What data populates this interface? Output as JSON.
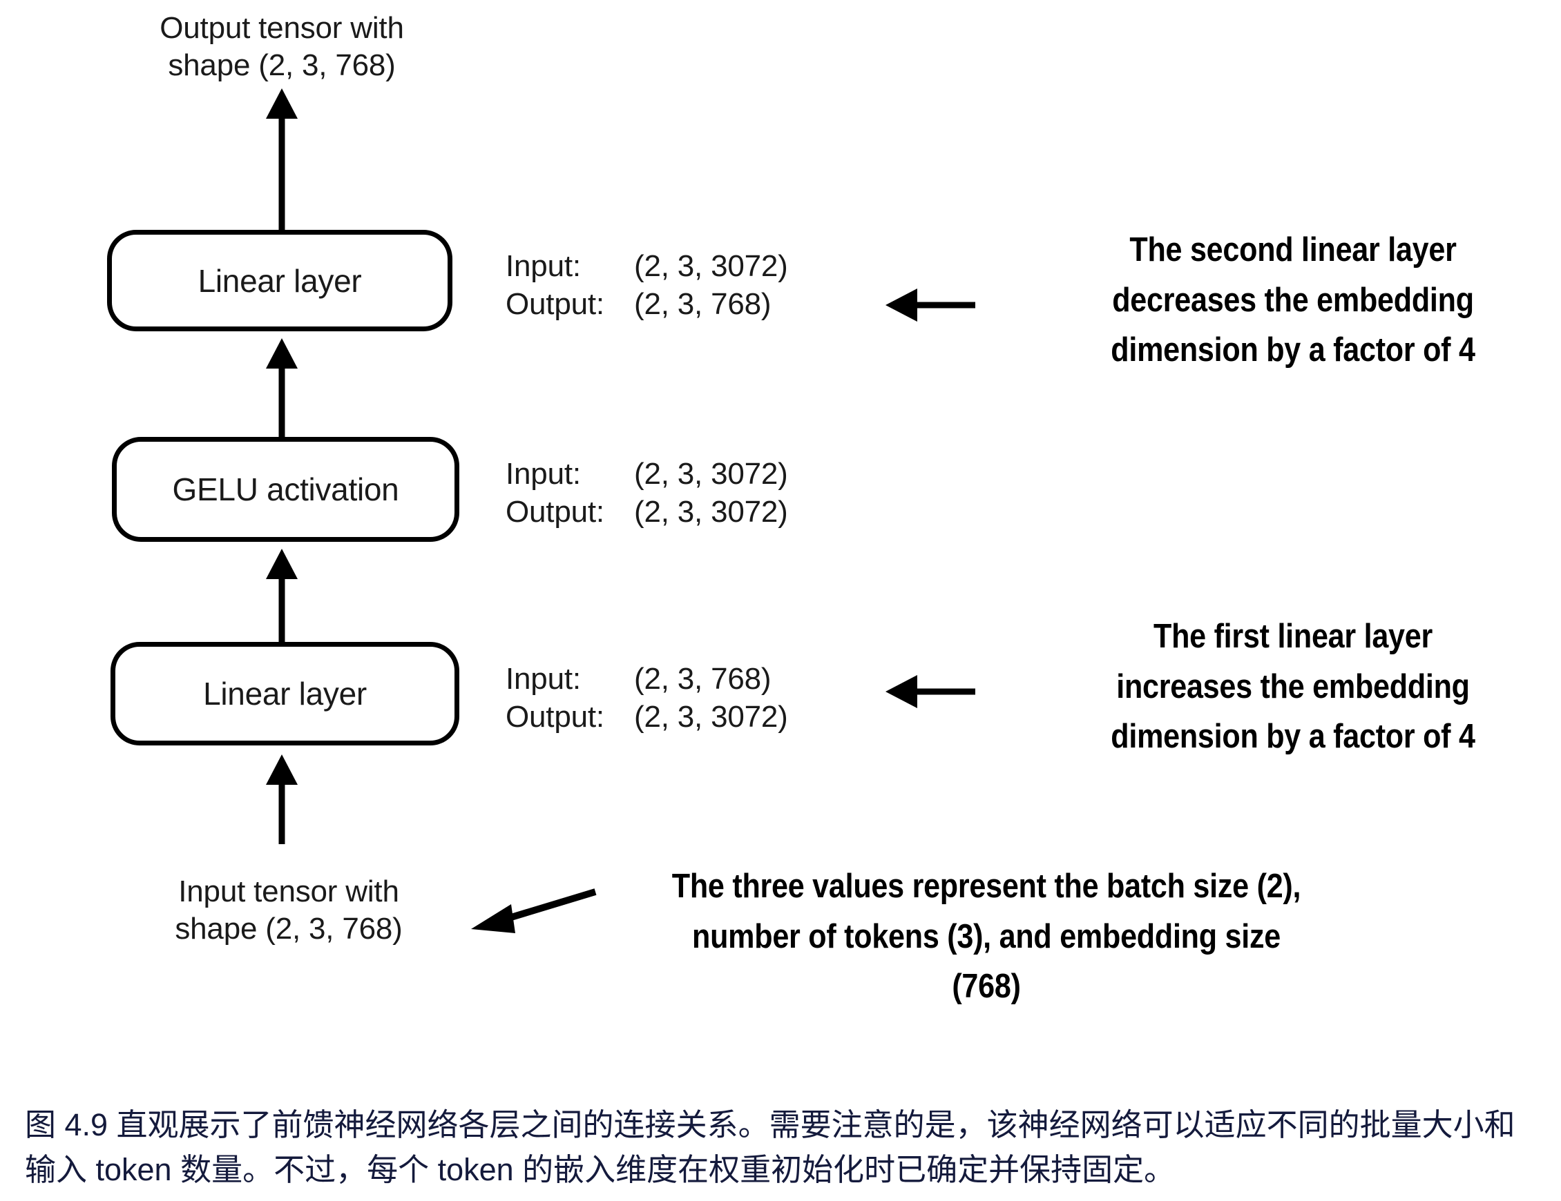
{
  "diagram": {
    "top_label": "Output tensor with\nshape (2, 3, 768)",
    "bottom_label": "Input tensor with\nshape (2, 3, 768)",
    "nodes": [
      {
        "id": "linear-2",
        "label": "Linear layer"
      },
      {
        "id": "gelu",
        "label": "GELU activation"
      },
      {
        "id": "linear-1",
        "label": "Linear layer"
      }
    ],
    "io_specs": [
      {
        "for": "linear-2",
        "input_key": "Input:",
        "input_value": "(2, 3, 3072)",
        "output_key": "Output:",
        "output_value": "(2, 3, 768)"
      },
      {
        "for": "gelu",
        "input_key": "Input:",
        "input_value": "(2, 3, 3072)",
        "output_key": "Output:",
        "output_value": "(2, 3, 3072)"
      },
      {
        "for": "linear-1",
        "input_key": "Input:",
        "input_value": "(2, 3, 768)",
        "output_key": "Output:",
        "output_value": "(2, 3, 3072)"
      }
    ],
    "annotations": [
      {
        "id": "second-linear-note",
        "lines": [
          "The second linear layer",
          "decreases the embedding",
          "dimension by a factor of 4"
        ]
      },
      {
        "id": "first-linear-note",
        "lines": [
          "The first linear layer",
          "increases the embedding",
          "dimension by a factor of 4"
        ]
      },
      {
        "id": "three-values-note",
        "lines": [
          "The three values represent the batch size (2),",
          "number of tokens (3), and embedding size",
          "(768)"
        ]
      }
    ]
  },
  "caption": {
    "text": "图 4.9 直观展示了前馈神经网络各层之间的连接关系。需要注意的是，该神经网络可以适应不同的批量大小和输入 token 数量。不过，每个 token 的嵌入维度在权重初始化时已确定并保持固定。",
    "color": "#141a3c"
  },
  "colors": {
    "stroke": "#000000",
    "text": "#1a1a1a",
    "caption": "#141a3c",
    "background": "#ffffff"
  }
}
